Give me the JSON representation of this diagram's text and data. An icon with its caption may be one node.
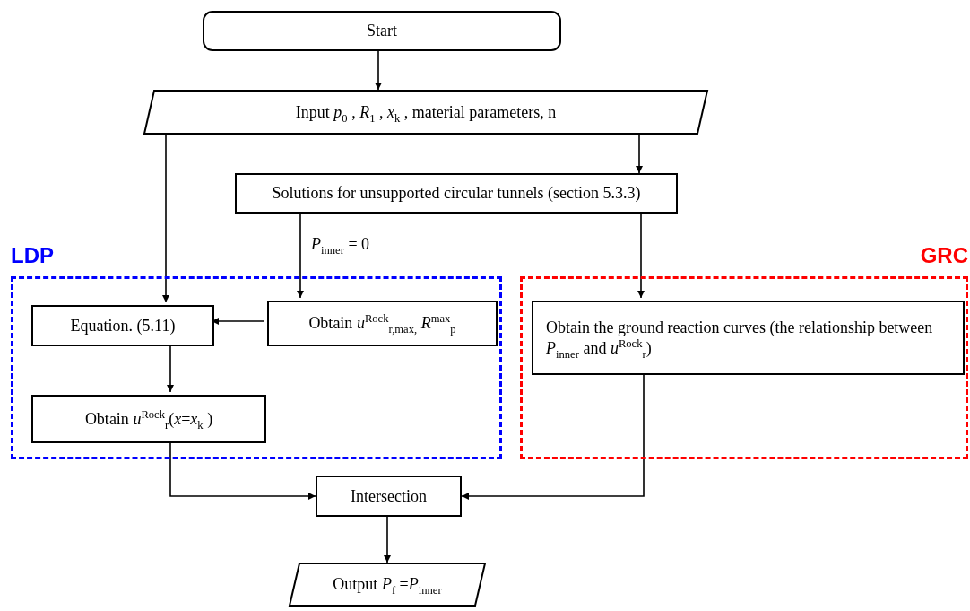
{
  "diagram": {
    "nodes": [
      {
        "text": [
          "Start"
        ]
      },
      {
        "text": [
          "Input *p*$_{0}$ , *R*$_{1}$ , *x*$_{k}$ , material parameters, n"
        ]
      },
      {
        "text": [
          "Solutions for unsupported circular tunnels (section 5.3.3)"
        ]
      },
      {
        "text": [
          "LDP"
        ]
      },
      {
        "text": [
          "Equation. (5.11)"
        ],
        "in": 3
      },
      {
        "text": [
          "Obtain *u*$^{Rock}$$_{r,max,}$ *R*$^{max}$$_{p}$"
        ],
        "in": 3
      },
      {
        "text": [
          "Obtain *u*$^{Rock}$$_{r}$(*x*=*x*$_{k}$ )"
        ],
        "in": 3
      },
      {
        "text": [
          "GRC"
        ]
      },
      {
        "text": [
          "Obtain the ground reaction curves (the relationship between *P*$_{inner}$ and *u*$^{Rock}$$_{r}$)"
        ],
        "in": 7
      },
      {
        "text": [
          "Intersection"
        ]
      },
      {
        "text": [
          "Output *P*$_{f}$ =*P*$_{inner}$"
        ]
      }
    ],
    "edges": [
      {
        "from": 0,
        "to": 1,
        "arrow": "to"
      },
      {
        "from": 1,
        "to": 4,
        "arrow": "to"
      },
      {
        "from": 1,
        "to": 2,
        "arrow": "to"
      },
      {
        "from": 2,
        "to": 5,
        "arrow": "to",
        "label": "*P*$_{inner}$ = 0"
      },
      {
        "from": 2,
        "to": 8,
        "arrow": "to"
      },
      {
        "from": 5,
        "to": 4,
        "arrow": "to"
      },
      {
        "from": 4,
        "to": 6,
        "arrow": "to"
      },
      {
        "from": 6,
        "to": 9,
        "arrow": "to"
      },
      {
        "from": 8,
        "to": 9,
        "arrow": "to"
      },
      {
        "from": 9,
        "to": 10,
        "arrow": "to"
      }
    ]
  }
}
